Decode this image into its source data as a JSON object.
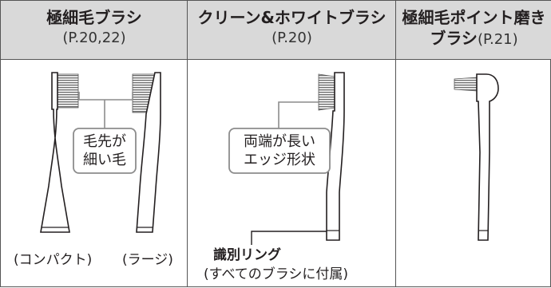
{
  "columns": [
    {
      "title": "極細毛ブラシ",
      "subtitle": "(P.20,22)"
    },
    {
      "title": "クリーン&ホワイトブラシ",
      "subtitle": "(P.20)"
    },
    {
      "title_line1": "極細毛ポイント磨き",
      "title_line2": "ブラシ",
      "subtitle": "(P.21)"
    }
  ],
  "callouts": {
    "fine_bristle": {
      "line1": "毛先が",
      "line2": "細い毛"
    },
    "long_edge": {
      "line1": "両端が長い",
      "line2": "エッジ形状"
    }
  },
  "labels": {
    "compact": "(コンパクト)",
    "large": "(ラージ)",
    "ring_title": "識別リング",
    "ring_note": "(すべてのブラシに付属)"
  },
  "colors": {
    "header_bg": "#d9d9d9",
    "border": "#555555",
    "callout_border": "#8c8c8c",
    "line": "#231f20"
  }
}
